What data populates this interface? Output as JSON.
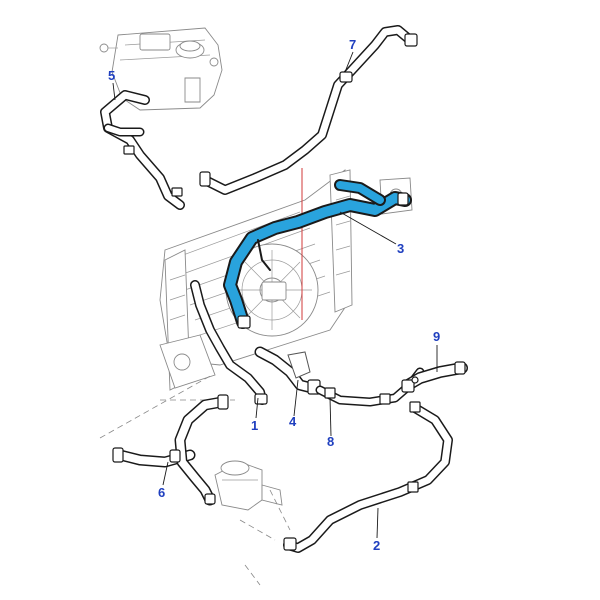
{
  "diagram": {
    "accent_color": "#29a3dd",
    "callout_color": "#1f3fbf",
    "callouts": {
      "c1": "1",
      "c2": "2",
      "c3": "3",
      "c4": "4",
      "c5": "5",
      "c6": "6",
      "c7": "7",
      "c8": "8",
      "c9": "9"
    },
    "highlighted_part": "3"
  }
}
